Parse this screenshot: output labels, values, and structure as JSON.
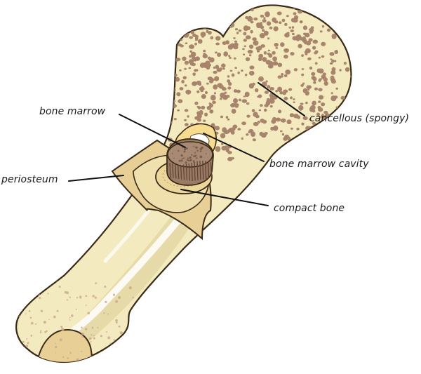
{
  "labels": {
    "bone_marrow": "bone marrow",
    "cancellous": "cancellous (spongy)",
    "periosteum": "periosteum",
    "bone_marrow_cavity": "bone marrow cavity",
    "compact_bone": "compact bone"
  },
  "colors": {
    "bone_fill": "#f3ebbf",
    "bone_outline": "#3a2a18",
    "spongy_dots": "#a8846c",
    "periosteum": "#e8cf96",
    "marrow": "#9b7a64",
    "marrow_dark": "#5e4636",
    "shadow": "#d9cd96",
    "highlight": "#ffffff",
    "leader_lines": "#111111"
  }
}
